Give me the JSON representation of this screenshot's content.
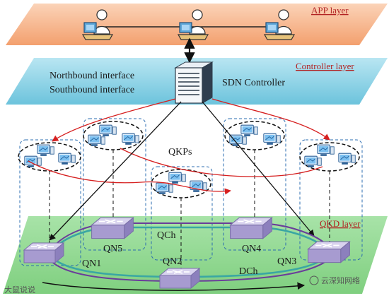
{
  "layers": {
    "app": "APP layer",
    "controller": "Controller layer",
    "qkd": "QKD layer"
  },
  "controller": {
    "northbound": "Northbound interface",
    "southbound": "Southbound interface",
    "name": "SDN Controller"
  },
  "qkps_label": "QKPs",
  "qch_label": "QCh",
  "dch_label": "DCh",
  "nodes": [
    {
      "id": "QN1",
      "label": "QN1"
    },
    {
      "id": "QN2",
      "label": "QN2"
    },
    {
      "id": "QN3",
      "label": "QN3"
    },
    {
      "id": "QN4",
      "label": "QN4"
    },
    {
      "id": "QN5",
      "label": "QN5"
    }
  ],
  "watermarks": {
    "left": "大鼠说说",
    "right": "云深知网络"
  },
  "colors": {
    "app_layer": "#f6b78f",
    "controller_layer": "#8dd3e6",
    "qkd_layer": "#8fd88f",
    "router": "#b7aed8",
    "qch": "#3aa7a3",
    "dch": "#6a3d9a",
    "control_arrow": "#d62020",
    "data_arrow": "#111111"
  }
}
